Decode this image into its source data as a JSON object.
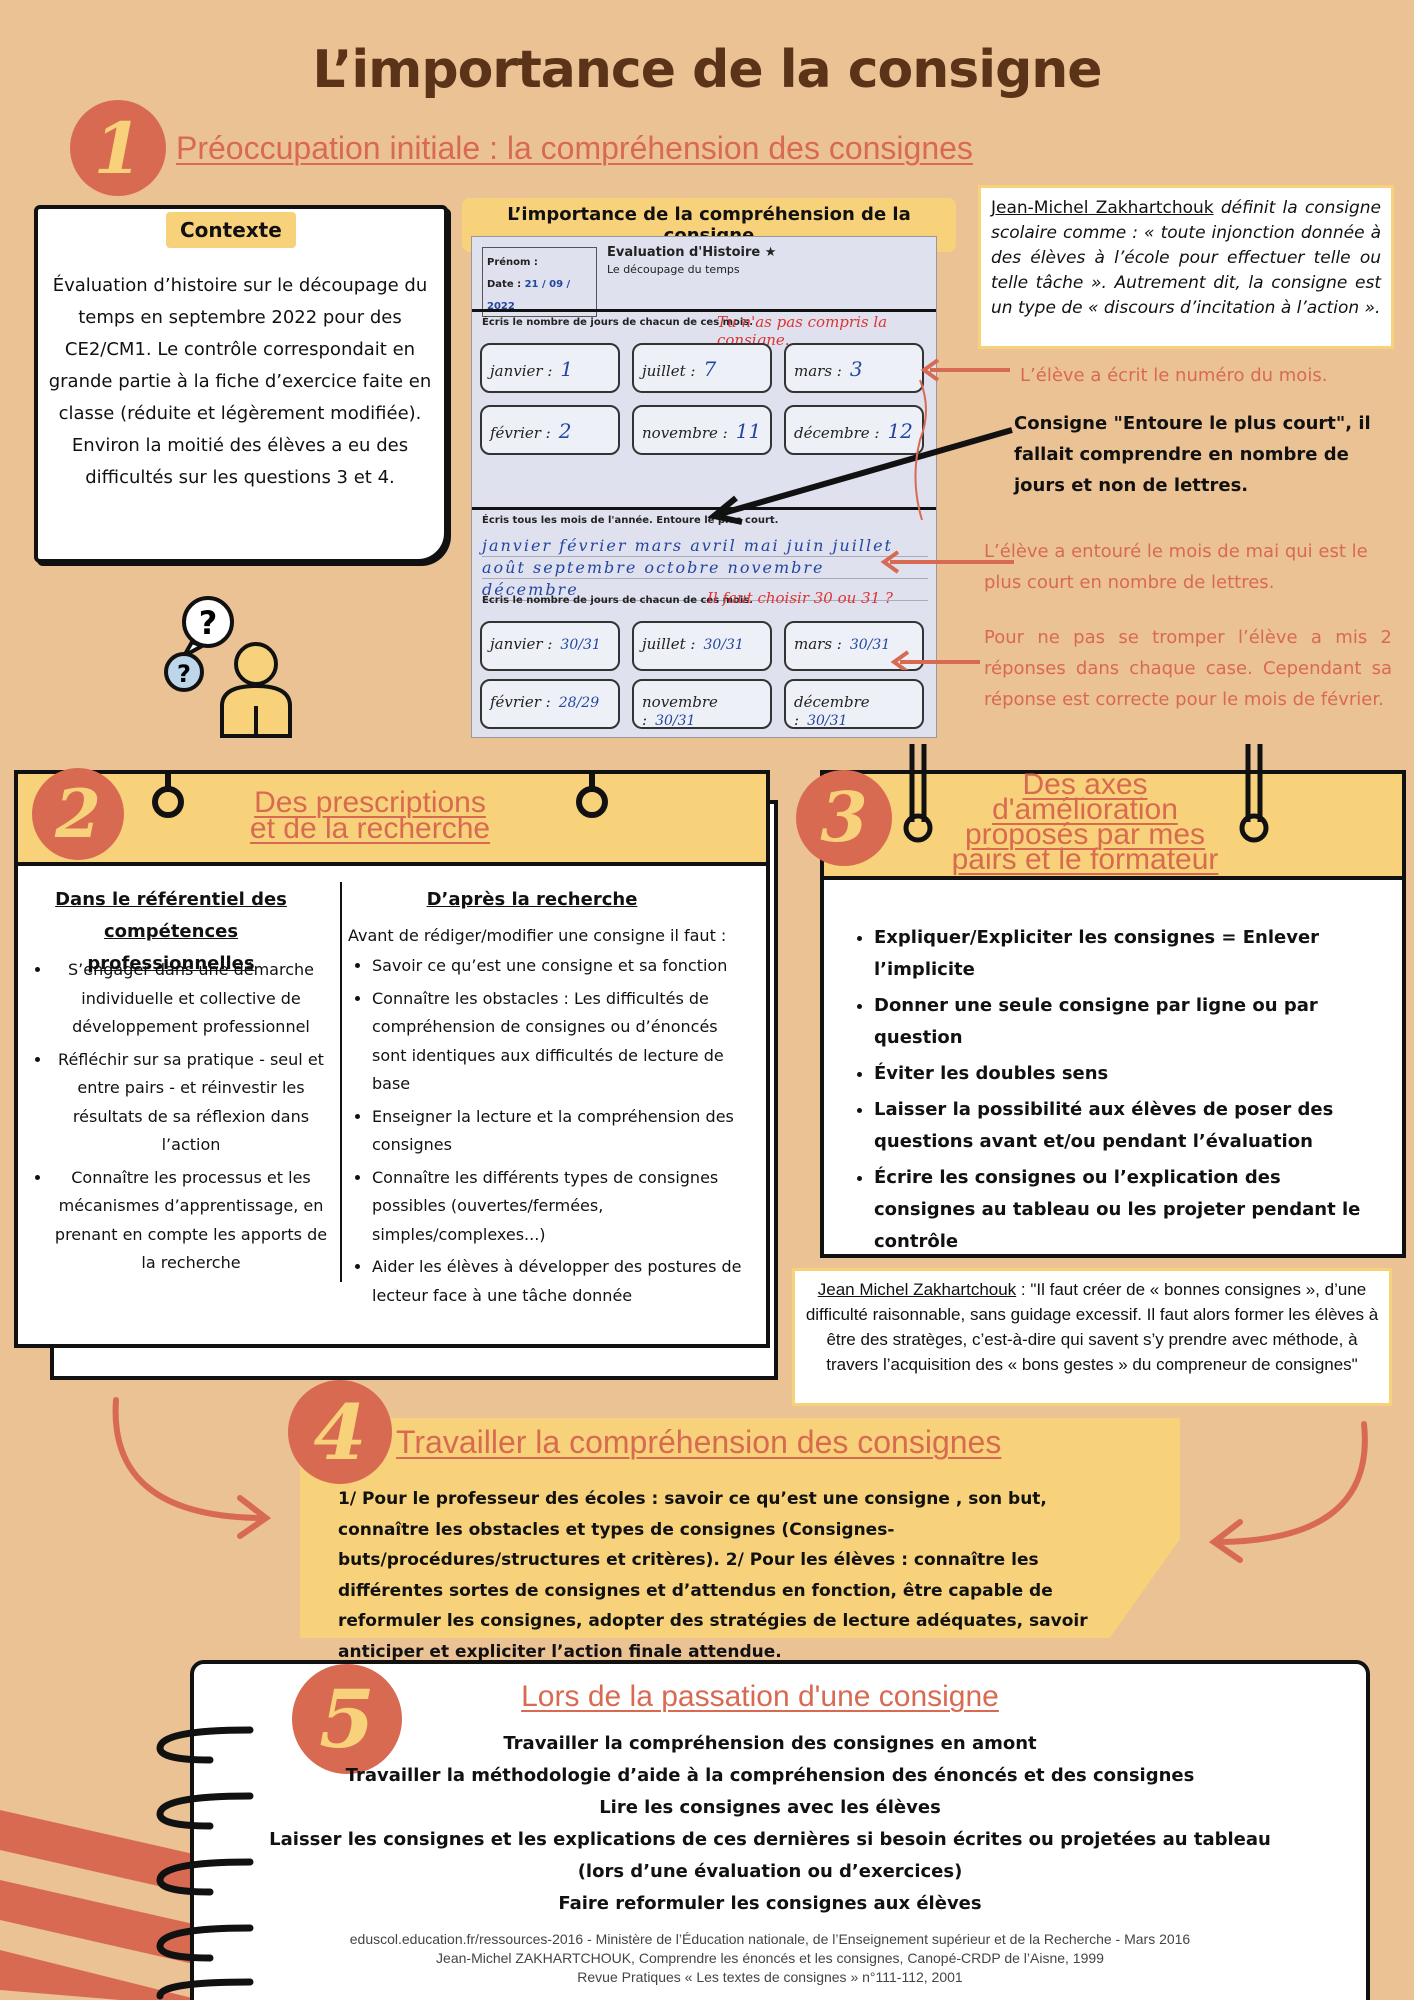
{
  "title": "L’importance de la consigne",
  "section1": {
    "number": "1",
    "title": "Préoccupation initiale : la compréhension des consignes",
    "context_label": "Contexte",
    "context_text": "Évaluation d’histoire sur le découpage du temps en septembre 2022 pour des CE2/CM1. Le contrôle correspondait en grande partie à la fiche d’exercice faite en classe (réduite et légèrement modifiée). Environ la moitié des élèves a eu des difficultés sur les questions 3 et 4.",
    "image_caption": "L’importance de la compréhension de la consigne",
    "evaluation_sheet": {
      "header_title": "Evaluation d'Histoire ★",
      "header_subtitle": "Le découpage du temps",
      "date": "21 / 09 / 2022",
      "q1": "Écris le nombre de jours de chacun de ces mois.",
      "q3": "Écris tous les mois de l'année. Entoure le plus court.",
      "q4": "Écris le nombre de jours de chacun de ces mois.",
      "boxes_top": [
        {
          "label": "janvier :",
          "answer": "1"
        },
        {
          "label": "juillet :",
          "answer": "7"
        },
        {
          "label": "mars :",
          "answer": "3"
        },
        {
          "label": "février :",
          "answer": "2"
        },
        {
          "label": "novembre :",
          "answer": "11"
        },
        {
          "label": "décembre :",
          "answer": "12"
        }
      ],
      "boxes_bottom": [
        {
          "label": "janvier :",
          "answer": "30/31"
        },
        {
          "label": "juillet :",
          "answer": "30/31"
        },
        {
          "label": "mars :",
          "answer": "30/31"
        },
        {
          "label": "février :",
          "answer": "28/29"
        },
        {
          "label": "novembre :",
          "answer": "30/31"
        },
        {
          "label": "décembre :",
          "answer": "30/31"
        }
      ],
      "teacher_note_1": "Tu n'as pas compris la consigne.",
      "teacher_note_2": "Il faut choisir 30 ou 31 ?",
      "months_written": "janvier février mars avril mai juin juillet août septembre octobre novembre décembre"
    },
    "quote_author": "Jean-Michel Zakhartchouk",
    "quote_text": " définit la consigne scolaire comme : « toute injonction donnée à des élèves à l’école pour effectuer telle ou telle tâche ». Autrement dit, la consigne est un type de « discours d’incitation à l’action ».",
    "annotation_1": "L’élève a écrit le numéro du mois.",
    "annotation_2": "Consigne \"Entoure le plus court\", il fallait comprendre en nombre de jours et non de lettres.",
    "annotation_3": "L’élève a entouré le mois de mai qui est le plus court en nombre de lettres.",
    "annotation_4": "Pour ne pas se tromper l’élève a mis 2 réponses dans chaque case. Cependant sa réponse est correcte pour le mois de février."
  },
  "section2": {
    "number": "2",
    "title_line1": "Des prescriptions",
    "title_line2": "et de la recherche",
    "col1_heading": "Dans le référentiel des compétences professionnelles",
    "col1_items": [
      "S’engager dans une démarche individuelle et collective de développement professionnel",
      "Réfléchir sur sa pratique - seul et entre pairs - et réinvestir les résultats de sa réflexion dans l’action",
      "Connaître les processus et les mécanismes d’apprentissage, en prenant en compte les apports de la recherche"
    ],
    "col2_heading": "D’après la recherche",
    "col2_intro": "Avant de rédiger/modifier une consigne il faut :",
    "col2_items": [
      "Savoir ce qu’est une consigne et sa fonction",
      "Connaître les obstacles : Les difficultés de compréhension de consignes ou d’énoncés sont identiques aux difficultés de lecture de base",
      "Enseigner la lecture et la compréhension des consignes",
      "Connaître les différents types de consignes possibles (ouvertes/fermées, simples/complexes...)",
      "Aider les élèves à développer des postures de lecteur face à une tâche donnée"
    ]
  },
  "section3": {
    "number": "3",
    "title_lines": [
      "Des axes",
      "d'amélioration",
      "proposés par mes",
      "pairs et le formateur"
    ],
    "items": [
      "Expliquer/Expliciter les consignes = Enlever l’implicite",
      "Donner une seule consigne par ligne ou par question",
      "Éviter les doubles sens",
      "Laisser la possibilité aux élèves de poser des questions avant et/ou pendant l’évaluation",
      "Écrire les consignes ou l’explication des consignes au tableau ou les projeter pendant le contrôle"
    ],
    "quote_author": "Jean Michel Zakhartchouk",
    "quote_text": " : \"Il faut créer de « bonnes consignes », d’une difficulté raisonnable, sans guidage excessif. Il faut alors former les élèves à être des stratèges, c’est-à-dire qui savent s’y prendre avec méthode, à travers l’acquisition des « bons gestes » du compreneur de consignes\""
  },
  "section4": {
    "number": "4",
    "title": "Travailler la compréhension des consignes",
    "text": "1/ Pour le professeur des écoles : savoir ce qu’est une consigne , son but, connaître les obstacles et types de consignes (Consignes-buts/procédures/structures et critères). 2/ Pour les élèves : connaître les différentes sortes de consignes et d’attendus en fonction, être capable de reformuler les consignes, adopter des stratégies de lecture adéquates, savoir anticiper et expliciter l’action finale attendue."
  },
  "section5": {
    "number": "5",
    "title": "Lors de la passation d'une consigne",
    "lines": [
      "Travailler la compréhension des consignes en amont",
      "Travailler la méthodologie d’aide à la compréhension des énoncés et des consignes",
      "Lire les consignes avec les élèves",
      "Laisser les consignes et les explications de ces dernières si besoin écrites ou projetées au tableau (lors d’une évaluation ou d’exercices)",
      "Faire reformuler les consignes aux élèves"
    ]
  },
  "footer": [
    "eduscol.education.fr/ressources-2016 - Ministère de l’Éducation nationale, de l’Enseignement supérieur et de la Recherche - Mars 2016",
    "Jean-Michel ZAKHARTCHOUK, Comprendre les énoncés et les consignes, Canopé-CRDP de l’Aisne, 1999",
    "Revue Pratiques « Les textes de consignes » n°111-112, 2001"
  ],
  "colors": {
    "background": "#ebc294",
    "accent": "#d96a52",
    "highlight": "#f7d27a",
    "title": "#5a3318"
  }
}
